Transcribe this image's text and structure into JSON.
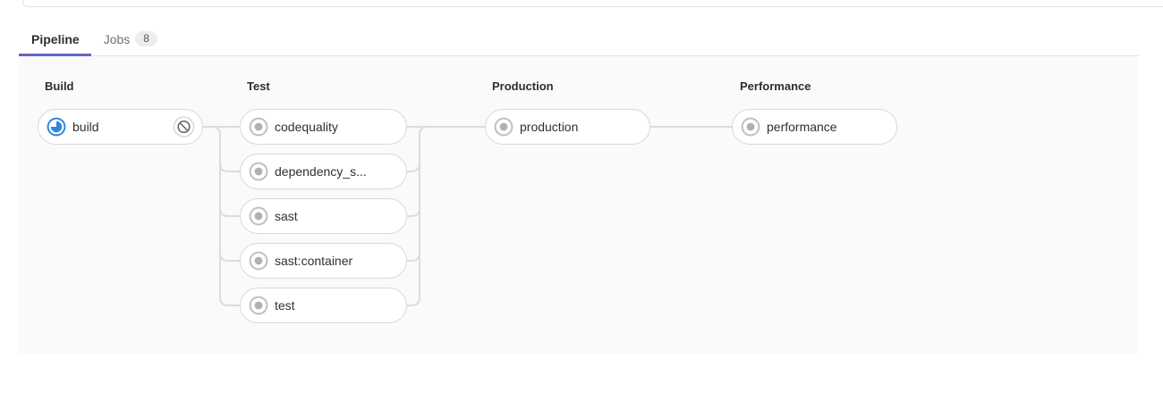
{
  "tabs": {
    "pipeline": "Pipeline",
    "jobs": "Jobs",
    "jobs_count": "8"
  },
  "stages": [
    {
      "name": "Build",
      "jobs": [
        {
          "label": "build",
          "status": "running",
          "action": "cancel"
        }
      ]
    },
    {
      "name": "Test",
      "jobs": [
        {
          "label": "codequality",
          "status": "created"
        },
        {
          "label": "dependency_s...",
          "status": "created"
        },
        {
          "label": "sast",
          "status": "created"
        },
        {
          "label": "sast:container",
          "status": "created"
        },
        {
          "label": "test",
          "status": "created"
        }
      ]
    },
    {
      "name": "Production",
      "jobs": [
        {
          "label": "production",
          "status": "created"
        }
      ]
    },
    {
      "name": "Performance",
      "jobs": [
        {
          "label": "performance",
          "status": "created"
        }
      ]
    }
  ],
  "colors": {
    "active_tab_indicator": "#6666c4",
    "running_blue": "#2e87e0",
    "created_gray": "#bfbfbf",
    "connector_gray": "#dcdcdc",
    "graph_background": "#fafafa"
  }
}
